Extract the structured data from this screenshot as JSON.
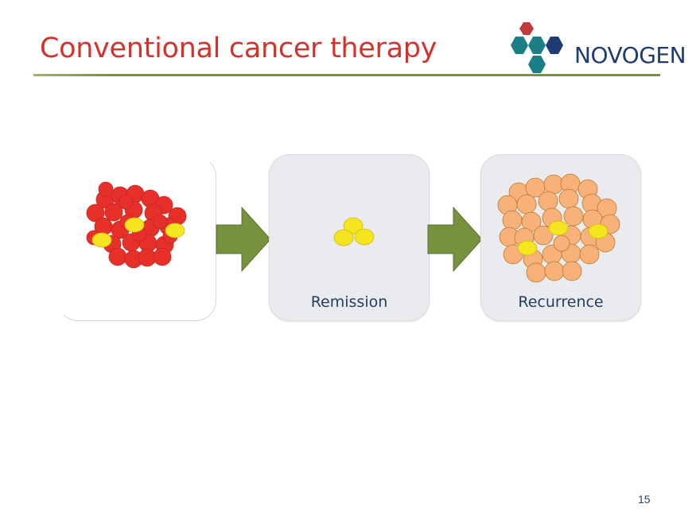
{
  "slide": {
    "title": "Conventional cancer therapy",
    "page_number": "15",
    "colors": {
      "title": "#d6322c",
      "rule": "#76923c",
      "text_dark": "#243f60",
      "panel_fill": "#e9ebee",
      "arrow": "#76923c",
      "arrow_edge": "#5a7430",
      "tumor_cell": "#e8302a",
      "stem_cell": "#f5e51f",
      "recurrent_cell": "#f8b179",
      "cell_edge": "#b9792f"
    }
  },
  "logo": {
    "text": "NOVOGEN",
    "colors": {
      "text": "#1f3b73",
      "hex_red": "#c23b3b",
      "hex_teal": "#1d7f86",
      "hex_navy": "#1f3b73"
    }
  },
  "panels": [
    {
      "label": "",
      "cell_count": {
        "tumor": 29,
        "stem": 3
      }
    },
    {
      "label": "Remission",
      "cell_count": {
        "stem": 3
      }
    },
    {
      "label": "Recurrence",
      "cell_count": {
        "recurrent": 32,
        "stem": 3
      }
    }
  ]
}
